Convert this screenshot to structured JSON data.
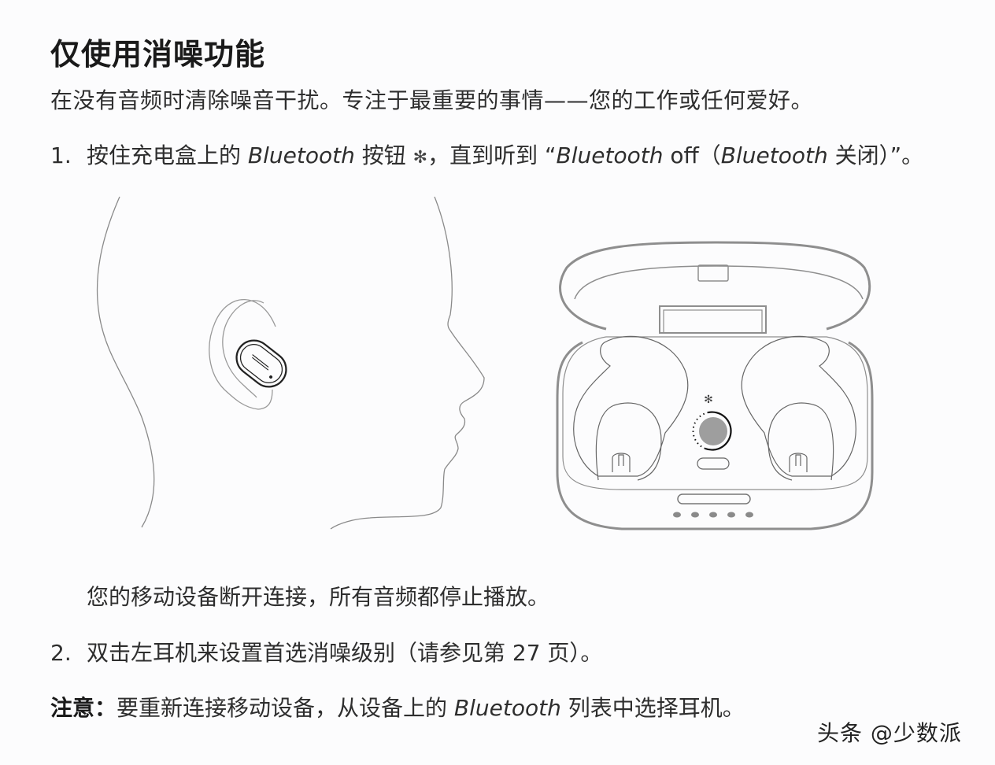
{
  "document": {
    "title": "仅使用消噪功能",
    "intro": "在没有音频时清除噪音干扰。专注于最重要的事情——您的工作或任何爱好。",
    "steps": [
      {
        "number": "1.",
        "text_a": "按住充电盒上的 ",
        "brand_1": "Bluetooth",
        "text_b": " 按钮 ",
        "bt_symbol": "✻",
        "text_c": "，直到听到 “",
        "brand_2": "Bluetooth",
        "text_d": " off（",
        "brand_3": "Bluetooth",
        "text_e": " 关闭）”。"
      },
      {
        "number": "2.",
        "text": "双击左耳机来设置首选消噪级别（请参见第 27 页）。"
      }
    ],
    "step1_result": "您的移动设备断开连接，所有音频都停止播放。",
    "note": {
      "label": "注意：",
      "text_a": "要重新连接移动设备，从设备上的 ",
      "brand": "Bluetooth",
      "text_b": " 列表中选择耳机。"
    }
  },
  "illustrations": {
    "head": {
      "icon": "head-profile-with-earbud-icon"
    },
    "case": {
      "icon": "charging-case-open-icon",
      "indicator_dots": 5
    }
  },
  "watermark": "头条 @少数派",
  "colors": {
    "text": "#2e2e2e",
    "line_art": "#888888",
    "case_outline": "#8a8a8a",
    "button_fill": "#9a9a9a"
  }
}
